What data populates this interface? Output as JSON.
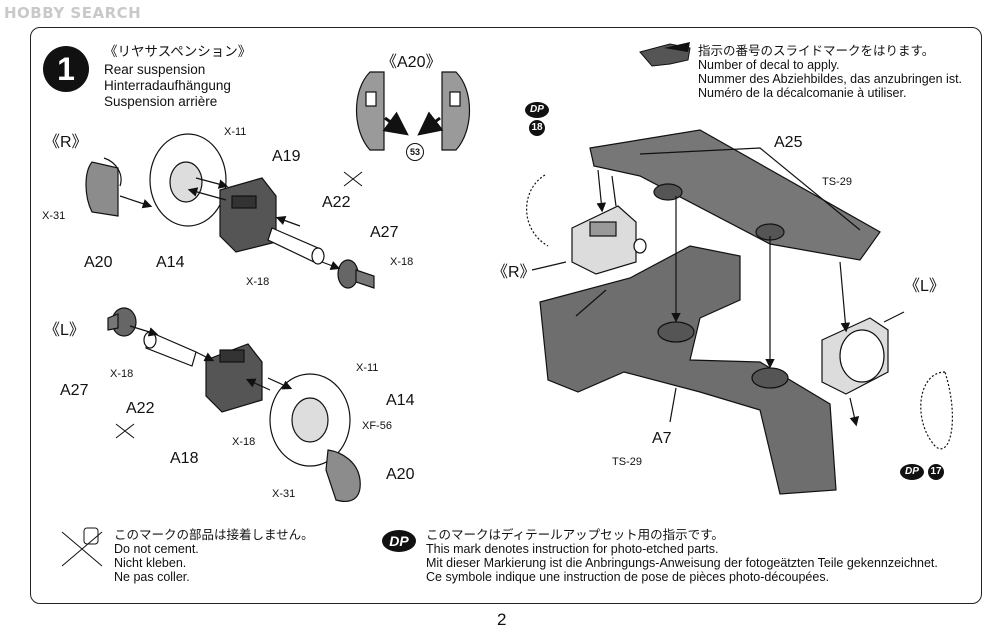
{
  "watermark": "HOBBY SEARCH",
  "step": {
    "number": "1",
    "title_jp": "《リヤサスペンション》",
    "title_en": "Rear suspension",
    "title_de": "Hinterradaufhängung",
    "title_fr": "Suspension arrière"
  },
  "decal_note": {
    "jp": "指示の番号のスライドマークをはります。",
    "en": "Number of decal to apply.",
    "de": "Nummer des Abziehbildes, das anzubringen ist.",
    "fr": "Numéro de la décalcomanie à utiliser."
  },
  "inset": {
    "title": "《A20》",
    "decal_number": "53"
  },
  "left_top": {
    "side": "《R》",
    "parts": {
      "a20": "A20",
      "a14": "A14",
      "a19": "A19",
      "a22": "A22",
      "a27": "A27"
    },
    "screws": {
      "x31": "X-31",
      "x11": "X-11",
      "x18_a": "X-18",
      "x18_b": "X-18"
    }
  },
  "left_bottom": {
    "side": "《L》",
    "parts": {
      "a27": "A27",
      "a22": "A22",
      "a18": "A18",
      "a14": "A14",
      "a20": "A20"
    },
    "screws": {
      "x18_a": "X-18",
      "x18_b": "X-18",
      "x11": "X-11",
      "xf56": "XF-56",
      "x31": "X-31"
    }
  },
  "right": {
    "dp_label": "DP",
    "pe_top": "18",
    "pe_bottom": "17",
    "side_r": "《R》",
    "side_l": "《L》",
    "a25": "A25",
    "a7": "A7",
    "ts29_a": "TS-29",
    "ts29_b": "TS-29"
  },
  "legend_cement": {
    "jp": "このマークの部品は接着しません。",
    "en": "Do not cement.",
    "de": "Nicht kleben.",
    "fr": "Ne pas coller."
  },
  "legend_dp": {
    "icon": "DP",
    "jp": "このマークはディテールアップセット用の指示です。",
    "en": "This mark denotes instruction for photo-etched parts.",
    "de": "Mit dieser Markierung ist die Anbringungs-Anweisung der fotogeätzten Teile gekennzeichnet.",
    "fr": "Ce symbole indique une instruction de pose de pièces photo-découpées."
  },
  "page_number": "2"
}
